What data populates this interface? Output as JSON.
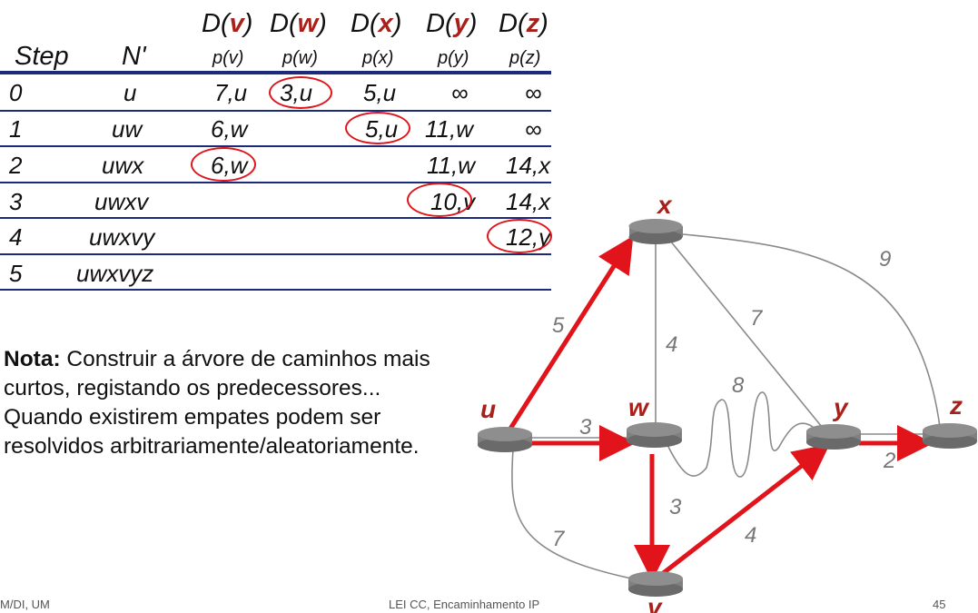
{
  "table": {
    "header_top": [
      "D(",
      "v",
      ")",
      "D(",
      "w",
      ")",
      "D(",
      "x",
      ")",
      "D(",
      "y",
      ")",
      "D(",
      "z",
      ")"
    ],
    "step_label": "Step",
    "n_label": "N'",
    "pred_labels": [
      "p(v)",
      "p(w)",
      "p(x)",
      "p(y)",
      "p(z)"
    ],
    "rows": [
      {
        "step": "0",
        "n": "u",
        "v": "7,u",
        "w": "3,u",
        "x": "5,u",
        "y": "∞",
        "z": "∞"
      },
      {
        "step": "1",
        "n": "uw",
        "v": "6,w",
        "w": "",
        "x": "5,u",
        "y": "11,w",
        "z": "∞"
      },
      {
        "step": "2",
        "n": "uwx",
        "v": "6,w",
        "w": "",
        "x": "",
        "y": "11,w",
        "z": "14,x"
      },
      {
        "step": "3",
        "n": "uwxv",
        "v": "",
        "w": "",
        "x": "",
        "y": "10,v",
        "z": "14,x"
      },
      {
        "step": "4",
        "n": "uwxvy",
        "v": "",
        "w": "",
        "x": "",
        "y": "",
        "z": "12,y"
      },
      {
        "step": "5",
        "n": "uwxvyz",
        "v": "",
        "w": "",
        "x": "",
        "y": "",
        "z": ""
      }
    ]
  },
  "note": {
    "bold": "Nota:",
    "text": " Construir a árvore de caminhos mais curtos, registando os predecessores... Quando existirem empates podem ser resolvidos arbitrariamente/aleatoriamente."
  },
  "graph": {
    "nodes": [
      "x",
      "u",
      "w",
      "y",
      "z",
      "v"
    ],
    "weights": {
      "ux": "5",
      "xw": "4",
      "xy": "7",
      "xz": "9",
      "uw": "3",
      "wy": "8",
      "yz": "2",
      "wv": "3",
      "uv": "7",
      "vy": "4"
    }
  },
  "footer": {
    "left": "M/DI, UM",
    "center": "LEI CC, Encaminhamento IP",
    "page": "45"
  },
  "colors": {
    "accent": "#a8201a",
    "rule": "#1c2a7a",
    "path": "#e0141a",
    "router": "#808080"
  }
}
